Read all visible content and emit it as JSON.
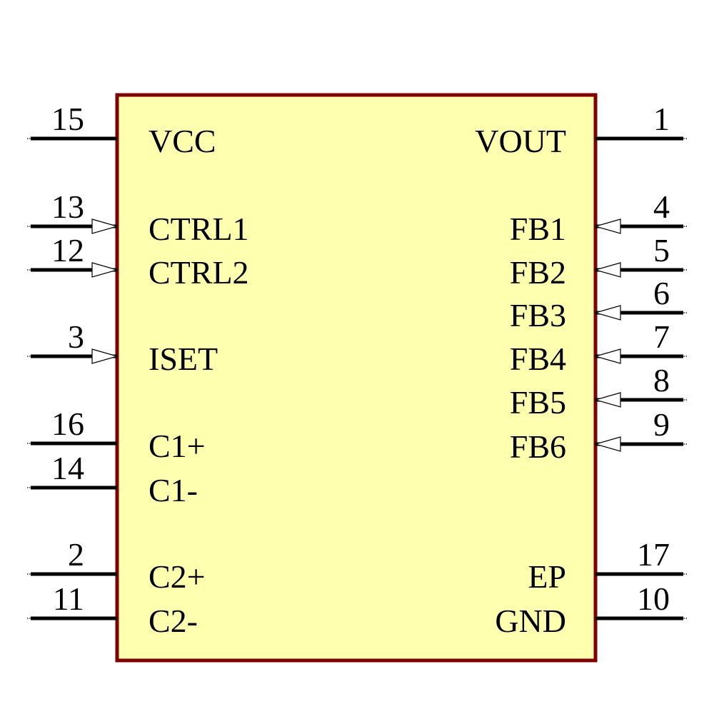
{
  "component": {
    "body_fill": "#FFFFB0",
    "body_stroke": "#800000",
    "left_pins": [
      {
        "number": "15",
        "name": "VCC",
        "arrow": false
      },
      {
        "number": "13",
        "name": "CTRL1",
        "arrow": true
      },
      {
        "number": "12",
        "name": "CTRL2",
        "arrow": true
      },
      {
        "number": "3",
        "name": "ISET",
        "arrow": true
      },
      {
        "number": "16",
        "name": "C1+",
        "arrow": false
      },
      {
        "number": "14",
        "name": "C1-",
        "arrow": false
      },
      {
        "number": "2",
        "name": "C2+",
        "arrow": false
      },
      {
        "number": "11",
        "name": "C2-",
        "arrow": false
      }
    ],
    "right_pins": [
      {
        "number": "1",
        "name": "VOUT",
        "arrow": false
      },
      {
        "number": "4",
        "name": "FB1",
        "arrow": true
      },
      {
        "number": "5",
        "name": "FB2",
        "arrow": true
      },
      {
        "number": "6",
        "name": "FB3",
        "arrow": true
      },
      {
        "number": "7",
        "name": "FB4",
        "arrow": true
      },
      {
        "number": "8",
        "name": "FB5",
        "arrow": true
      },
      {
        "number": "9",
        "name": "FB6",
        "arrow": true
      },
      {
        "number": "17",
        "name": "EP",
        "arrow": false
      },
      {
        "number": "10",
        "name": "GND",
        "arrow": false
      }
    ]
  }
}
